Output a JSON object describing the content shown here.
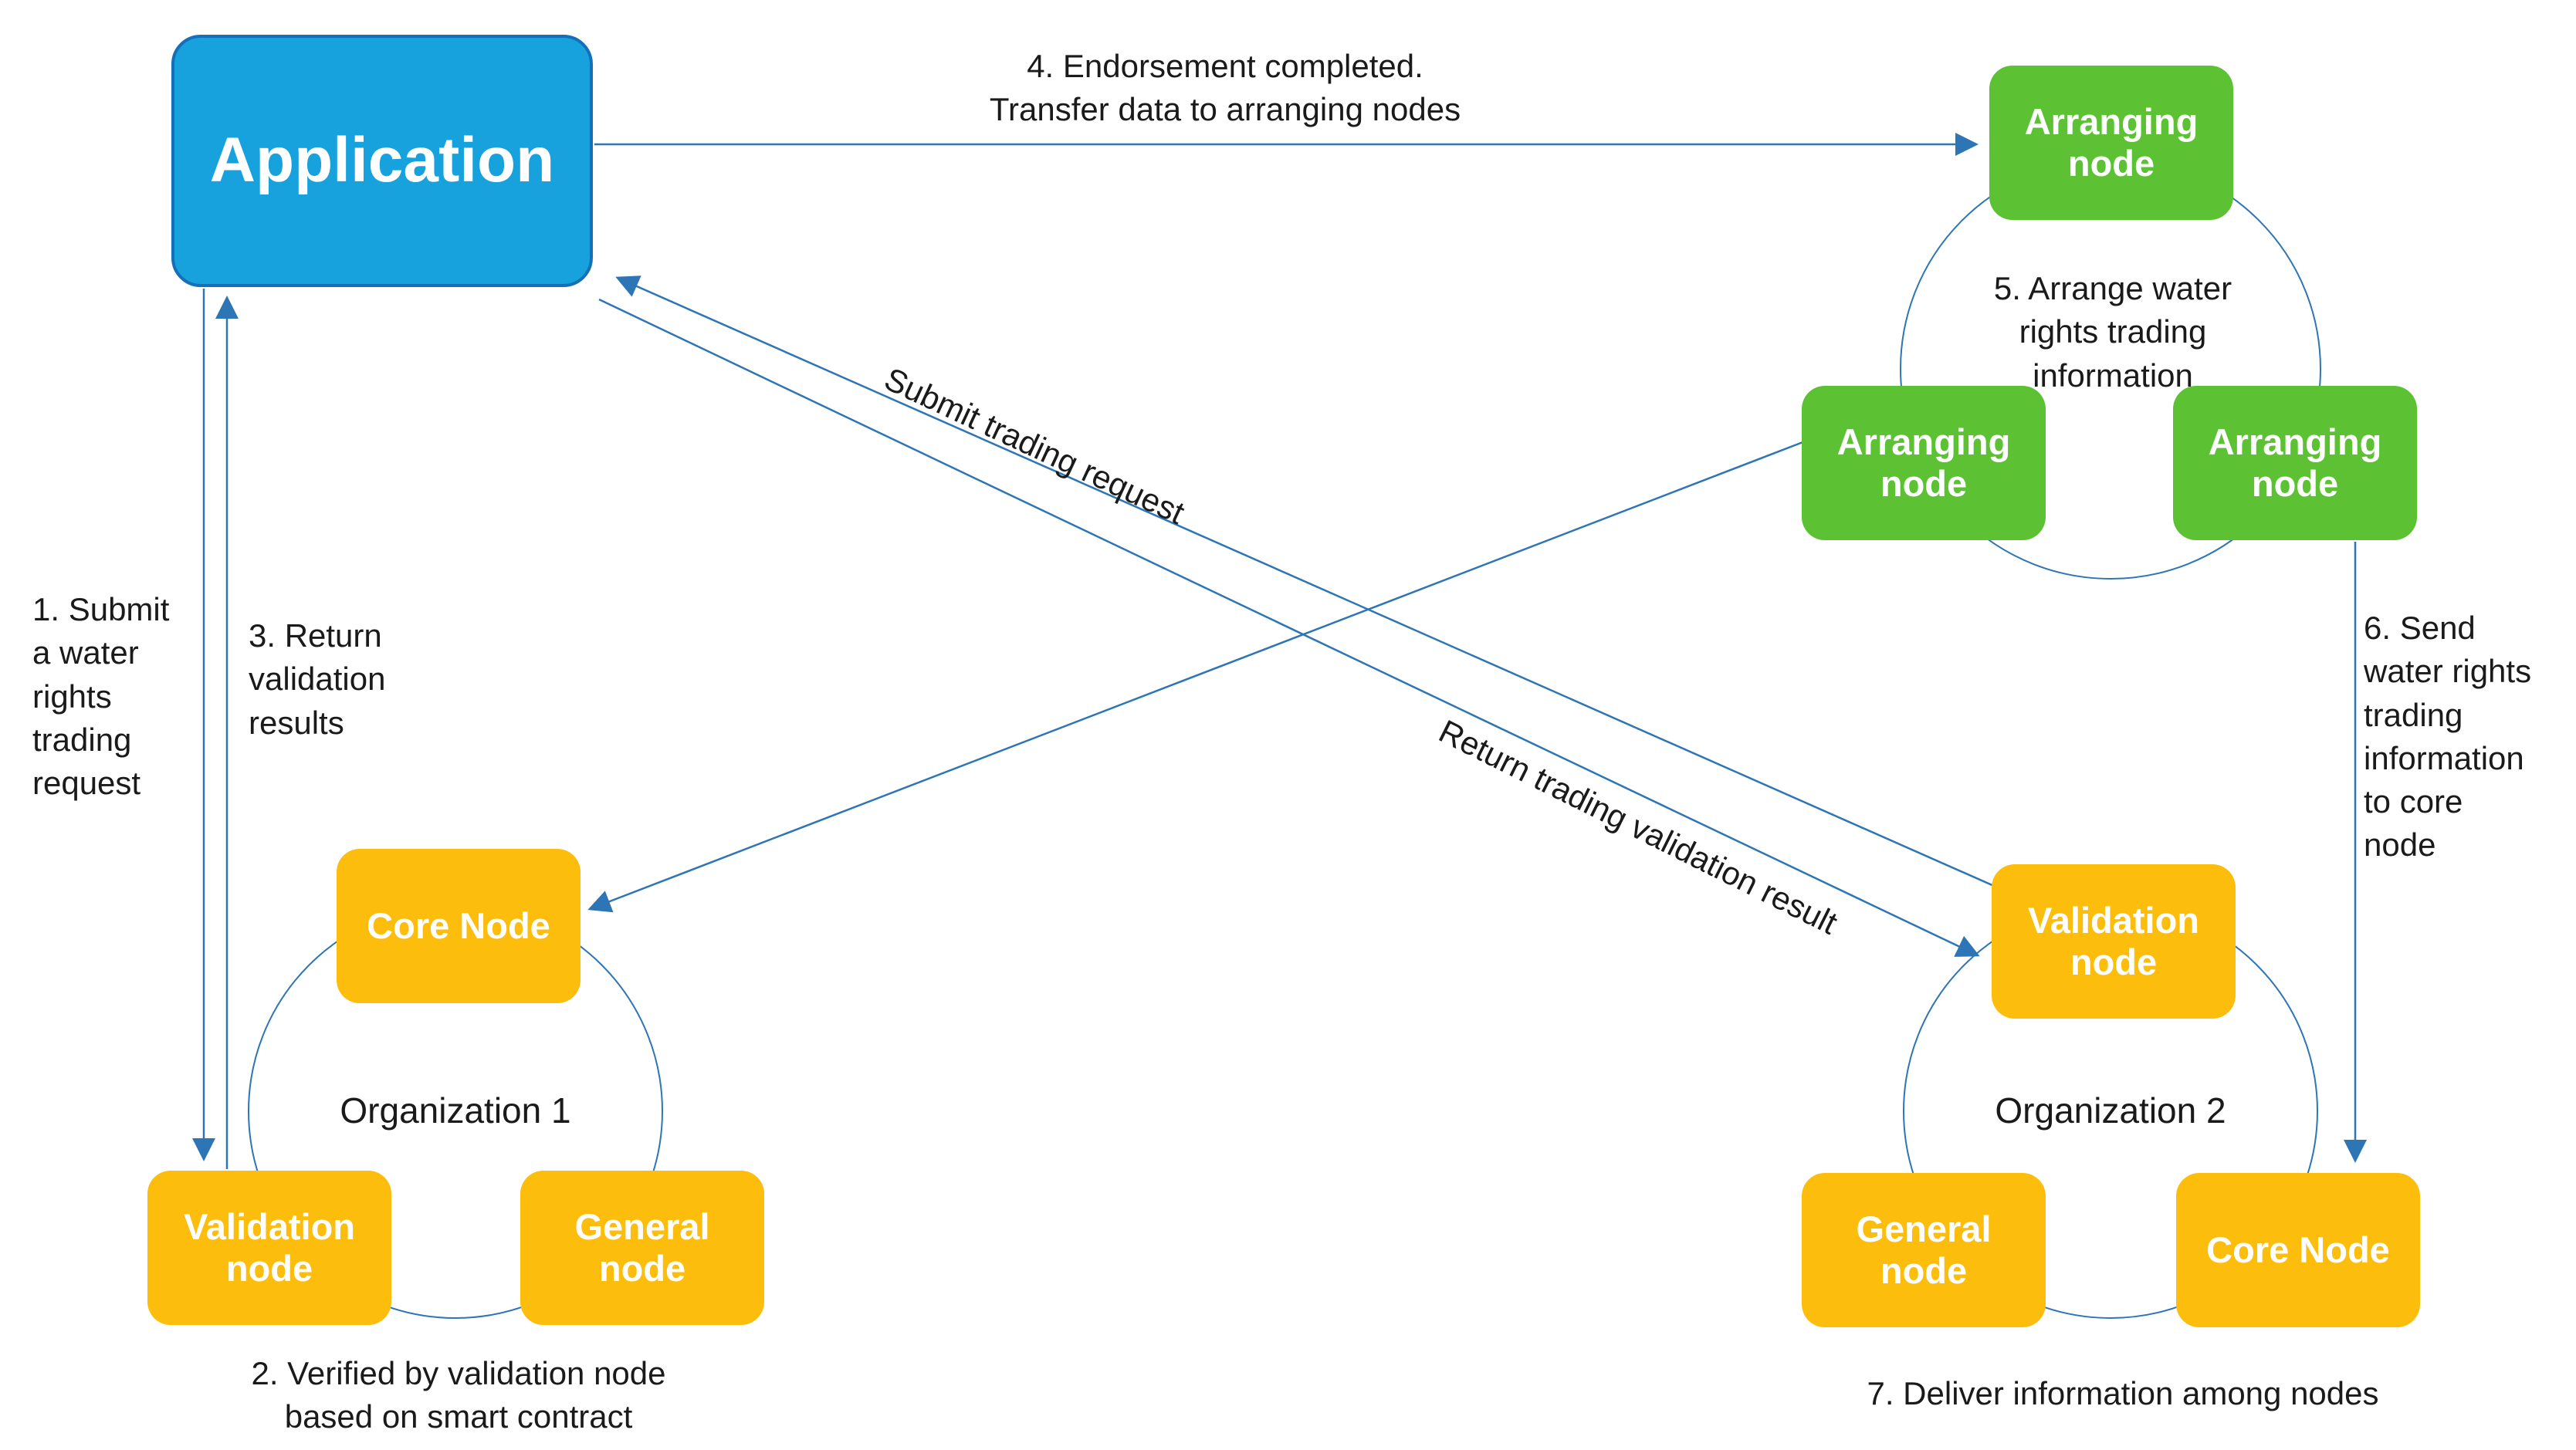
{
  "colors": {
    "application_fill": "#18a2dd",
    "application_border": "#1470b8",
    "arranging_fill": "#5cc233",
    "org_node_fill": "#fdbd0d",
    "line_color": "#2e75b6",
    "text_color": "#1a1a1a",
    "node_text": "#ffffff",
    "bg": "#ffffff"
  },
  "application": {
    "label": "Application"
  },
  "arranging_cluster": {
    "top": "Arranging node",
    "left": "Arranging node",
    "right": "Arranging node"
  },
  "organization1": {
    "title": "Organization 1",
    "core": "Core Node",
    "validation": "Validation node",
    "general": "General node"
  },
  "organization2": {
    "title": "Organization 2",
    "validation": "Validation node",
    "general": "General node",
    "core": "Core Node"
  },
  "flow_labels": {
    "step1": "1. Submit\na water\nrights\ntrading\nrequest",
    "step2": "2. Verified by validation node\nbased on smart contract",
    "step3": "3. Return\nvalidation\nresults",
    "step4": "4. Endorsement completed.\nTransfer data to arranging nodes",
    "step5": "5. Arrange water\nrights trading\ninformation",
    "step6": "6. Send\nwater rights\ntrading\ninformation\nto core\nnode",
    "step7": "7. Deliver information among nodes",
    "submit_request": "Submit trading request",
    "return_result": "Return trading validation result"
  }
}
